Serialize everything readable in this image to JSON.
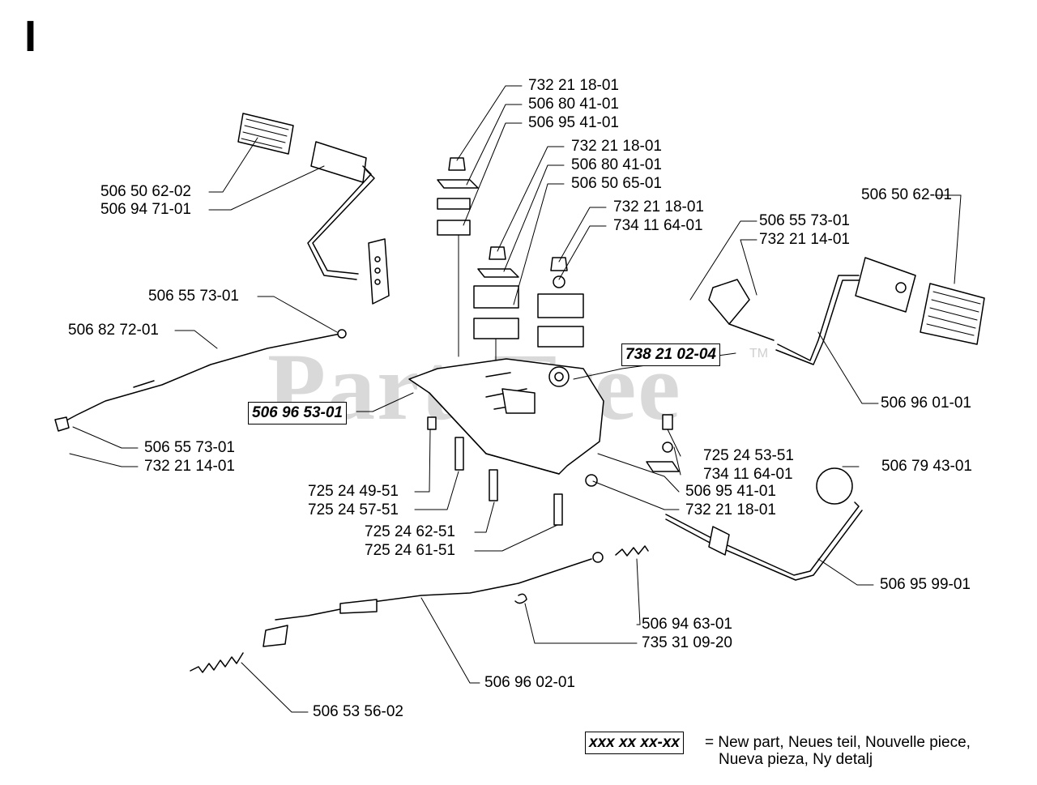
{
  "section_letter": "I",
  "watermark": "PartsTree",
  "watermark_tm": "TM",
  "legend": {
    "sample": "xxx xx xx-xx",
    "line1": "= New part, Neues teil, Nouvelle piece,",
    "line2": "Nueva pieza, Ny detalj"
  },
  "parts": [
    {
      "id": "p1",
      "label": "732 21 18-01"
    },
    {
      "id": "p2",
      "label": "506 80 41-01"
    },
    {
      "id": "p3",
      "label": "506 95 41-01"
    },
    {
      "id": "p4",
      "label": "732 21 18-01"
    },
    {
      "id": "p5",
      "label": "506 80 41-01"
    },
    {
      "id": "p6",
      "label": "506 50 65-01"
    },
    {
      "id": "p7",
      "label": "732 21 18-01"
    },
    {
      "id": "p8",
      "label": "734 11 64-01"
    },
    {
      "id": "p9",
      "label": "506 50 62-02"
    },
    {
      "id": "p10",
      "label": "506 94 71-01"
    },
    {
      "id": "p11",
      "label": "506 50 62-01"
    },
    {
      "id": "p12",
      "label": "506 55 73-01"
    },
    {
      "id": "p13",
      "label": "732 21 14-01"
    },
    {
      "id": "p14",
      "label": "506 55 73-01"
    },
    {
      "id": "p15",
      "label": "506 82 72-01"
    },
    {
      "id": "p16",
      "label": "738 21 02-04",
      "new": true
    },
    {
      "id": "p17",
      "label": "506 96 53-01",
      "new": true
    },
    {
      "id": "p18",
      "label": "506 96 01-01"
    },
    {
      "id": "p19",
      "label": "506 55 73-01"
    },
    {
      "id": "p20",
      "label": "732 21 14-01"
    },
    {
      "id": "p21",
      "label": "725 24 53-51"
    },
    {
      "id": "p22",
      "label": "734 11 64-01"
    },
    {
      "id": "p23",
      "label": "506 79 43-01"
    },
    {
      "id": "p24",
      "label": "506 95 41-01"
    },
    {
      "id": "p25",
      "label": "725 24 49-51"
    },
    {
      "id": "p26",
      "label": "725 24 57-51"
    },
    {
      "id": "p27",
      "label": "732 21 18-01"
    },
    {
      "id": "p28",
      "label": "725 24 62-51"
    },
    {
      "id": "p29",
      "label": "725 24 61-51"
    },
    {
      "id": "p30",
      "label": "506 95 99-01"
    },
    {
      "id": "p31",
      "label": "506 94 63-01"
    },
    {
      "id": "p32",
      "label": "735 31 09-20"
    },
    {
      "id": "p33",
      "label": "506 96 02-01"
    },
    {
      "id": "p34",
      "label": "506 53 56-02"
    }
  ]
}
